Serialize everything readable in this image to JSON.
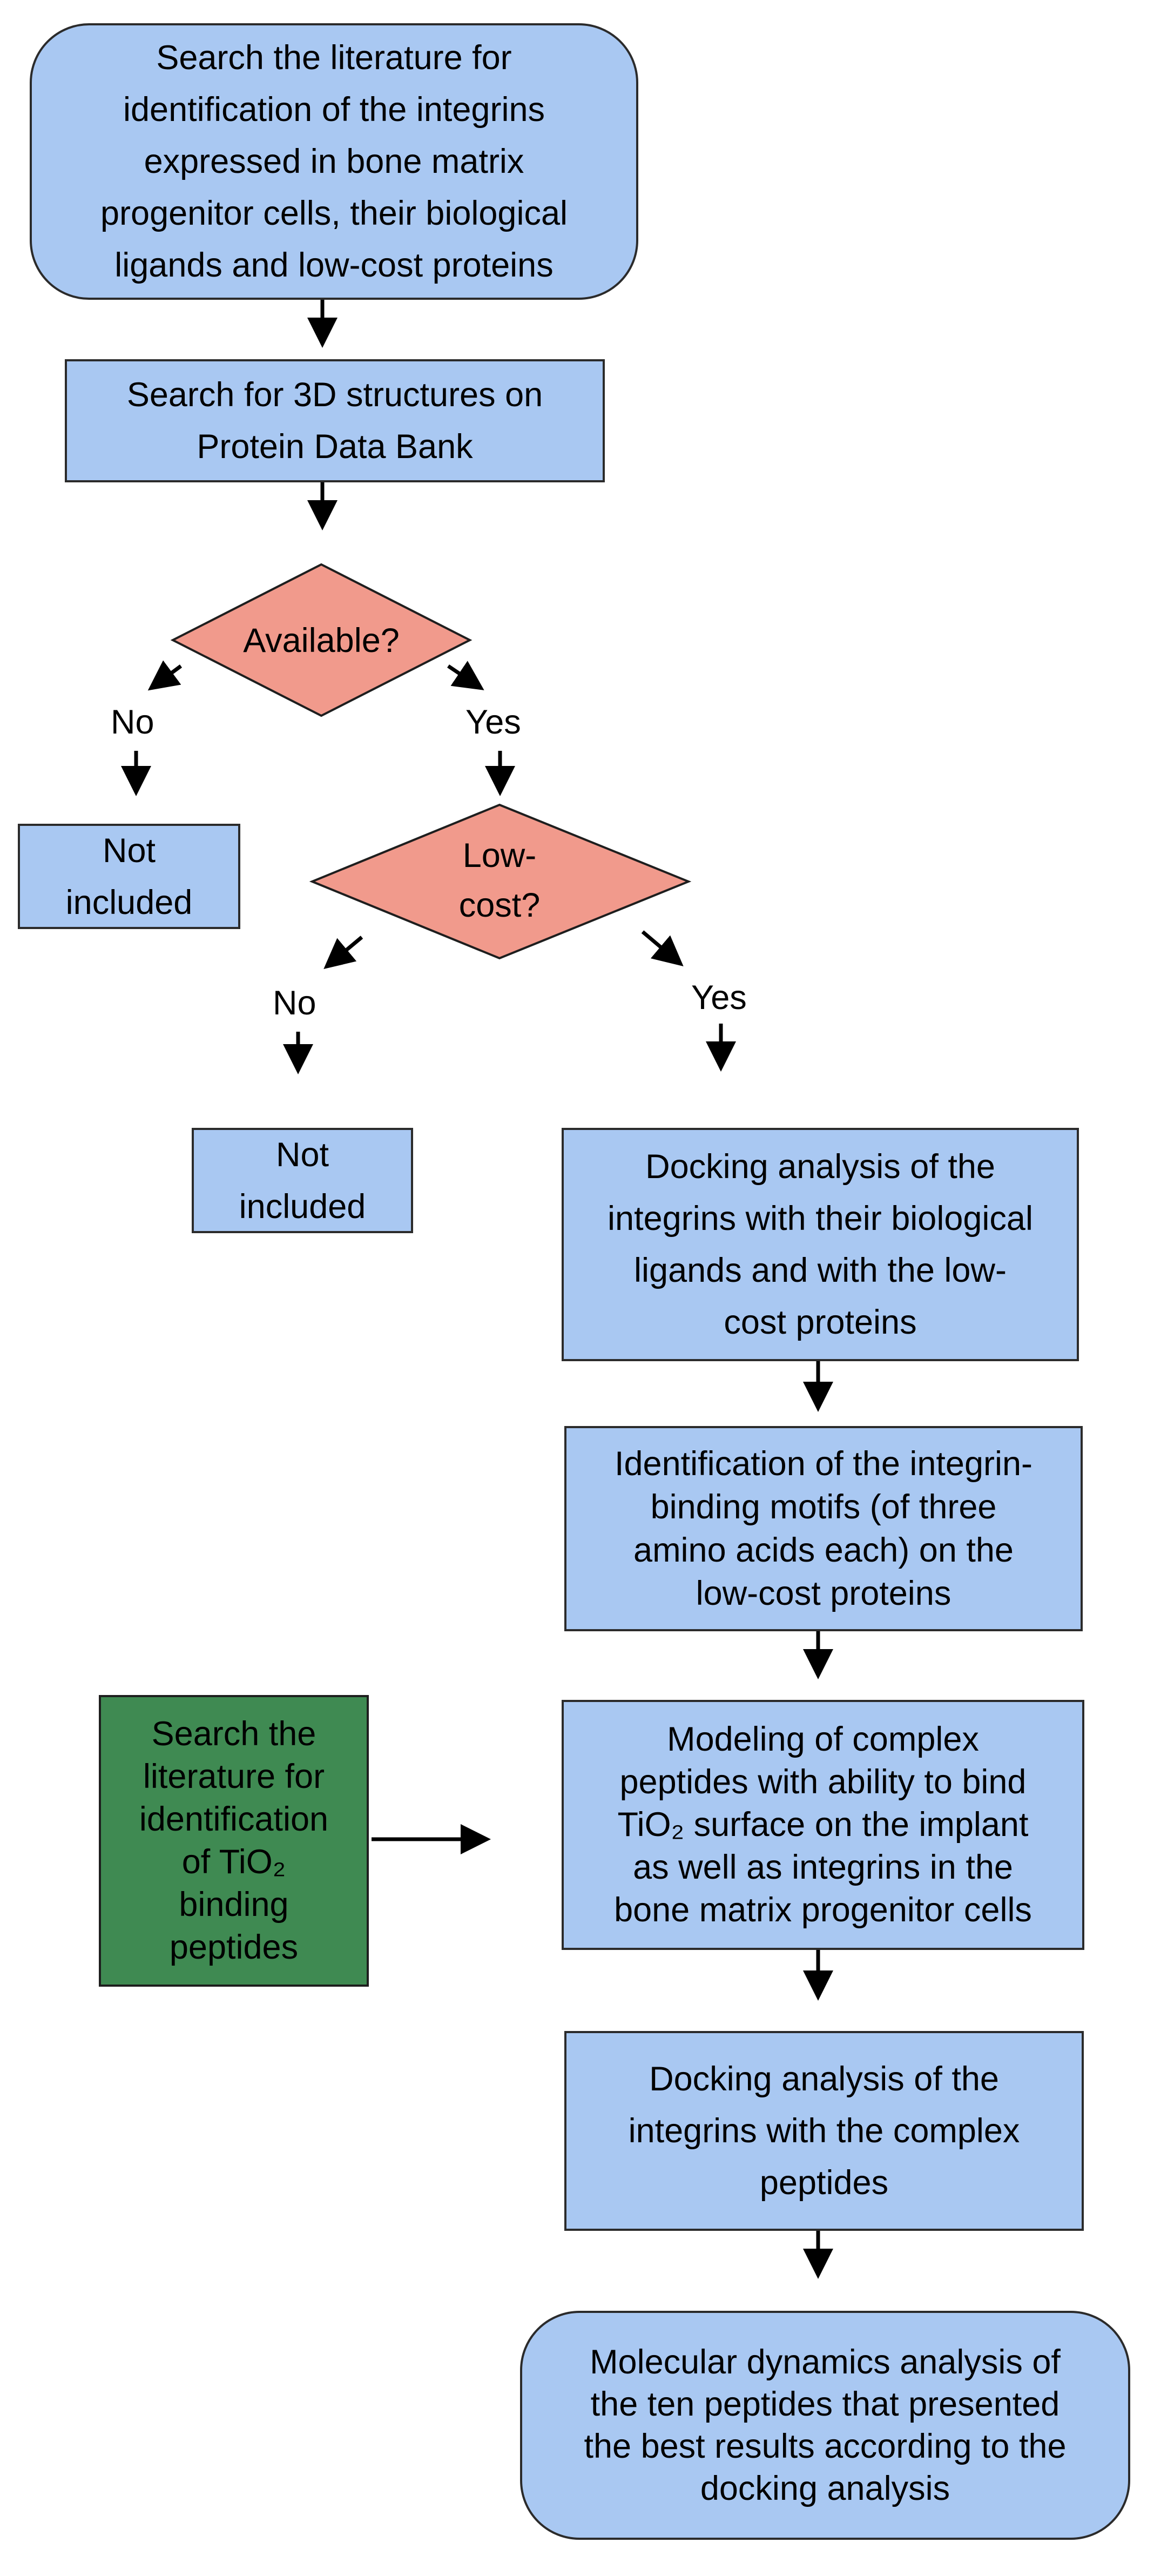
{
  "nodes": {
    "search_literature": "Search the literature for\nidentification of the integrins\nexpressed in bone matrix\nprogenitor cells, their biological\nligands and low-cost proteins",
    "search_3d": "Search for 3D structures on\nProtein Data Bank",
    "available": "Available?",
    "not_included_1": "Not\nincluded",
    "low_cost": "Low-\ncost?",
    "not_included_2": "Not\nincluded",
    "docking_ligands": "Docking analysis of the\nintegrins with their biological\nligands and with the low-\ncost proteins",
    "identification_motifs": "Identification of the integrin-\nbinding motifs (of three\namino acids each) on the\nlow-cost proteins",
    "search_tio2": "Search the\nliterature for\nidentification\nof TiO₂\nbinding\npeptides",
    "modeling": "Modeling of complex\npeptides with ability to bind\nTiO₂ surface on the implant\nas well as integrins in the\nbone matrix progenitor cells",
    "docking_peptides": "Docking analysis of the\nintegrins with the complex\npeptides",
    "molecular_dynamics": "Molecular dynamics analysis of\nthe ten peptides that presented\nthe best results according to the\ndocking analysis"
  },
  "labels": {
    "available_no": "No",
    "available_yes": "Yes",
    "low_cost_no": "No",
    "low_cost_yes": "Yes"
  },
  "colors": {
    "process_fill": "#a9c8f2",
    "decision_fill": "#f19a8c",
    "literature_fill": "#3f8a52",
    "stroke": "#1e1e1e"
  }
}
